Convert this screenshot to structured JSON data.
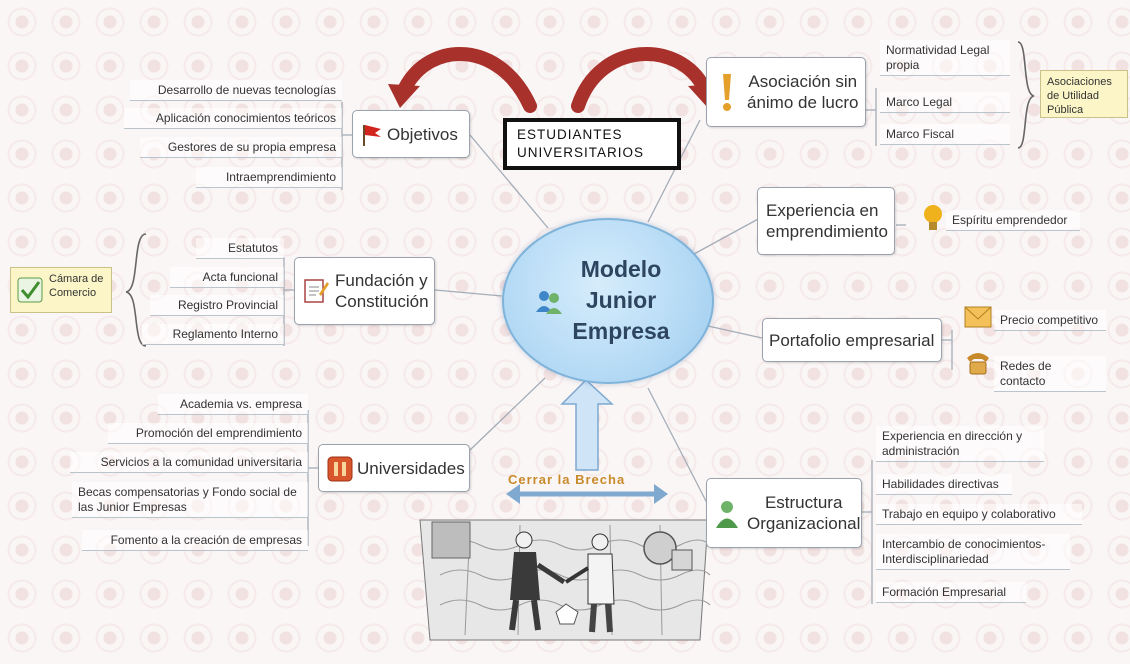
{
  "title_box": {
    "line1": "ESTUDIANTES",
    "line2": "UNIVERSITARIOS"
  },
  "center": {
    "line1": "Modelo",
    "line2": "Junior",
    "line3": "Empresa"
  },
  "bridge_label": "Cerrar la Brecha",
  "objetivos": {
    "label": "Objetivos",
    "items": [
      "Desarrollo de nuevas tecnologías",
      "Aplicación conocimientos teóricos",
      "Gestores de su propia empresa",
      "Intraemprendimiento"
    ]
  },
  "asociacion": {
    "line1": "Asociación sin",
    "line2": "ánimo de lucro",
    "items": [
      "Normatividad Legal propia",
      "Marco Legal",
      "Marco Fiscal"
    ],
    "tag": "Asociaciones de Utilidad Pública"
  },
  "experiencia": {
    "line1": "Experiencia en",
    "line2": "emprendimiento",
    "items": [
      "Espíritu emprendedor"
    ]
  },
  "fundacion": {
    "line1": "Fundación y",
    "line2": "Constitución",
    "items": [
      "Estatutos",
      "Acta funcional",
      "Registro Provincial",
      "Reglamento Interno"
    ],
    "tag": "Cámara de Comercio"
  },
  "portafolio": {
    "label": "Portafolio empresarial",
    "items": [
      "Precio competitivo",
      "Redes de contacto"
    ]
  },
  "universidades": {
    "label": "Universidades",
    "items": [
      "Academia vs. empresa",
      "Promoción del emprendimiento",
      "Servicios a la comunidad universitaria",
      "Becas compensatorias y Fondo social de las Junior Empresas",
      "Fomento a la creación de empresas"
    ]
  },
  "estructura": {
    "line1": "Estructura",
    "line2": "Organizacional",
    "items": [
      "Experiencia en dirección y administración",
      "Habilidades directivas",
      "Trabajo en equipo y colaborativo",
      "Intercambio de conocimientos-Interdisciplinariedad",
      "Formación Empresarial"
    ]
  },
  "colors": {
    "arrow": "#a8312b",
    "center": "#b8dcf6",
    "connector": "#a3adb7",
    "flag": "#d0241c",
    "bulb": "#f0b21c"
  }
}
